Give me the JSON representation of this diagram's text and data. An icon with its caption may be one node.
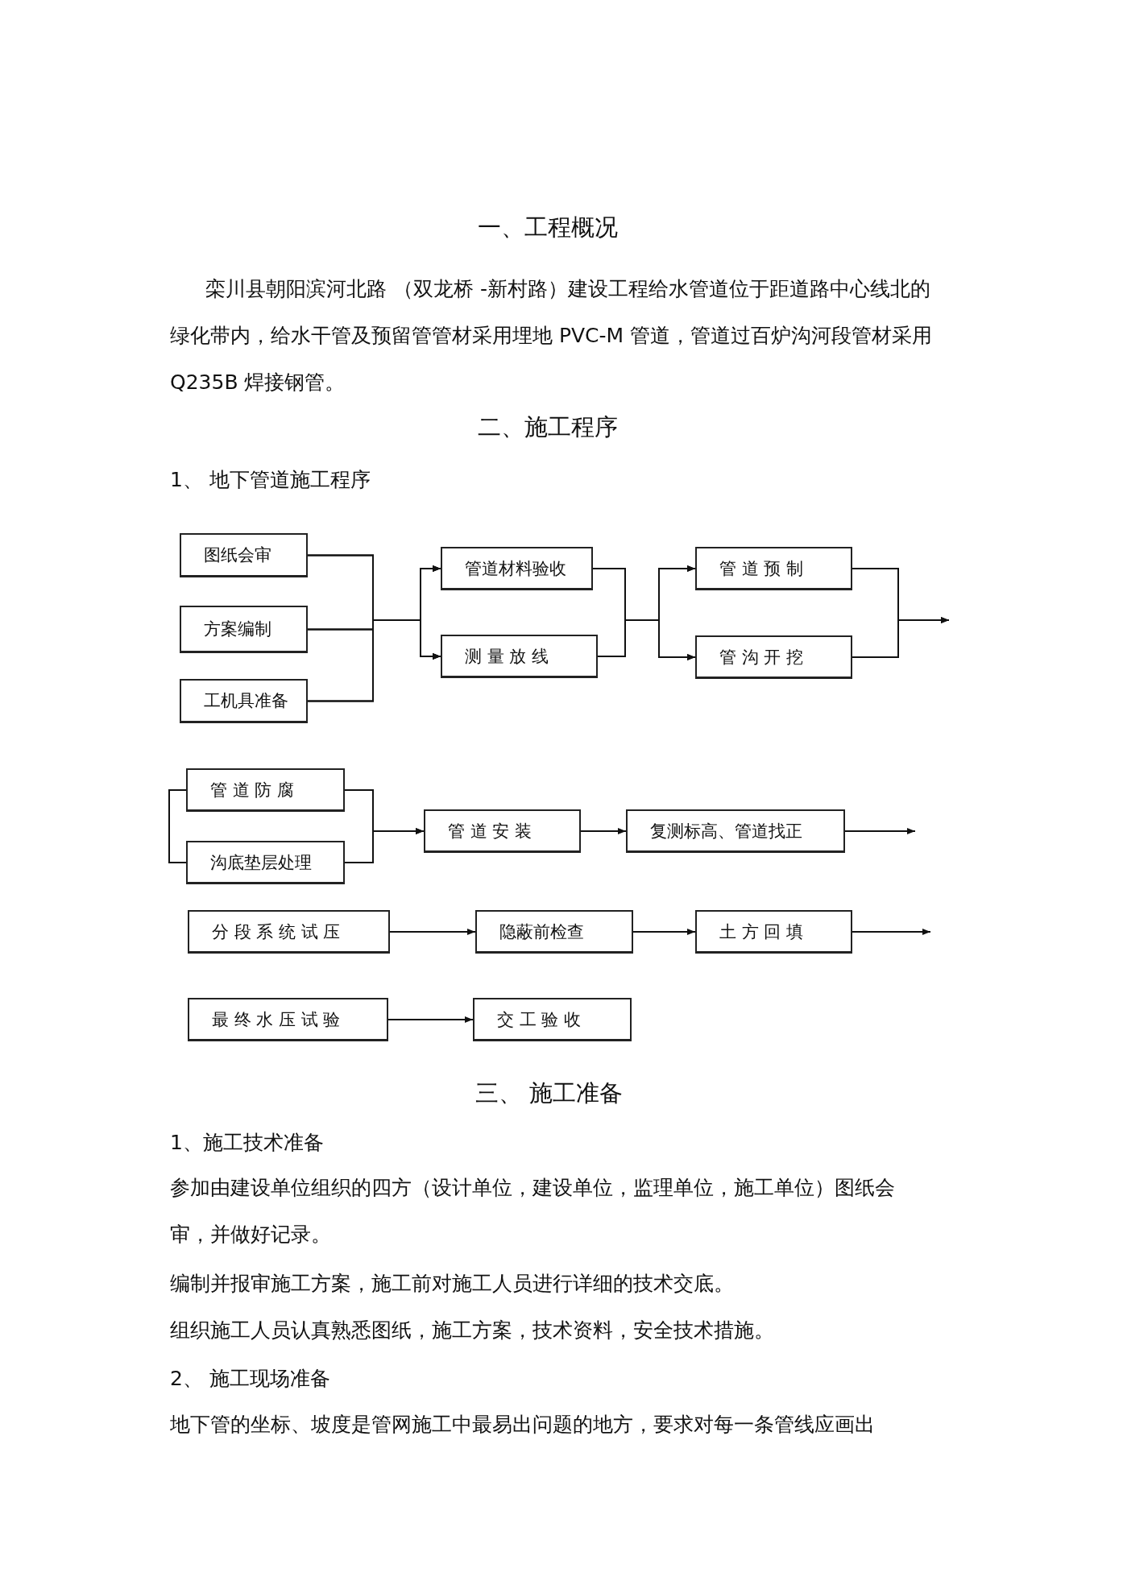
{
  "diagram": {
    "nodes": [
      {
        "text": [
          "图纸会审"
        ]
      },
      {
        "text": [
          "方案编制"
        ]
      },
      {
        "text": [
          "工机具准备"
        ]
      },
      {
        "text": [
          "管道材料验收"
        ]
      },
      {
        "text": [
          "测 量 放 线"
        ]
      },
      {
        "text": [
          "管 道 预 制"
        ]
      },
      {
        "text": [
          "管 沟 开 挖"
        ]
      },
      {
        "text": [
          "管 道 防 腐"
        ]
      },
      {
        "text": [
          "沟底垫层处理"
        ]
      },
      {
        "text": [
          "管 道 安 装"
        ]
      },
      {
        "text": [
          "复测标高、管道找正"
        ]
      },
      {
        "text": [
          "分 段 系 统 试 压"
        ]
      },
      {
        "text": [
          "隐蔽前检查"
        ]
      },
      {
        "text": [
          "土 方 回 填"
        ]
      },
      {
        "text": [
          "最 终 水 压 试 验"
        ]
      },
      {
        "text": [
          "交 工 验 收"
        ]
      }
    ],
    "edges": [
      {
        "from": 0,
        "to": 3,
        "arrow": "to"
      },
      {
        "from": 0,
        "to": 4,
        "arrow": "to"
      },
      {
        "from": 1,
        "to": 3,
        "arrow": "to"
      },
      {
        "from": 1,
        "to": 4,
        "arrow": "to"
      },
      {
        "from": 2,
        "to": 3,
        "arrow": "to"
      },
      {
        "from": 2,
        "to": 4,
        "arrow": "to"
      },
      {
        "from": 3,
        "to": 5,
        "arrow": "to"
      },
      {
        "from": 3,
        "to": 6,
        "arrow": "to"
      },
      {
        "from": 4,
        "to": 5,
        "arrow": "to"
      },
      {
        "from": 4,
        "to": 6,
        "arrow": "to"
      },
      {
        "from": 5,
        "to": null,
        "arrow": "to"
      },
      {
        "from": 6,
        "to": null,
        "arrow": "to"
      },
      {
        "from": 7,
        "to": 8,
        "arrow": "none"
      },
      {
        "from": 7,
        "to": 9,
        "arrow": "to"
      },
      {
        "from": 8,
        "to": 9,
        "arrow": "to"
      },
      {
        "from": 9,
        "to": 10,
        "arrow": "to"
      },
      {
        "from": 10,
        "to": null,
        "arrow": "to"
      },
      {
        "from": 11,
        "to": 12,
        "arrow": "to"
      },
      {
        "from": 12,
        "to": 13,
        "arrow": "to"
      },
      {
        "from": 13,
        "to": null,
        "arrow": "to"
      },
      {
        "from": 14,
        "to": 15,
        "arrow": "to"
      }
    ],
    "labels": [
      "一、工程概况",
      "栾川县朝阳滨河北路 （双龙桥 -新村路）建设工程给水管道位于距道路中心线北的绿化带内，给水干管及预留管管材采用埋地 PVC-M 管道，管道过百炉沟河段管材采用 Q235B 焊接钢管。",
      "二、施工程序",
      "1、 地下管道施工程序",
      "三、 施工准备",
      "1、施工技术准备",
      "参加由建设单位组织的四方（设计单位，建设单位，监理单位，施工单位）图纸会审，并做好记录。",
      "编制并报审施工方案，施工前对施工人员进行详细的技术交底。",
      "组织施工人员认真熟悉图纸，施工方案，技术资料，安全技术措施。",
      "2、 施工现场准备",
      "地下管的坐标、坡度是管网施工中最易出问题的地方，要求对每一条管线应画出"
    ]
  }
}
